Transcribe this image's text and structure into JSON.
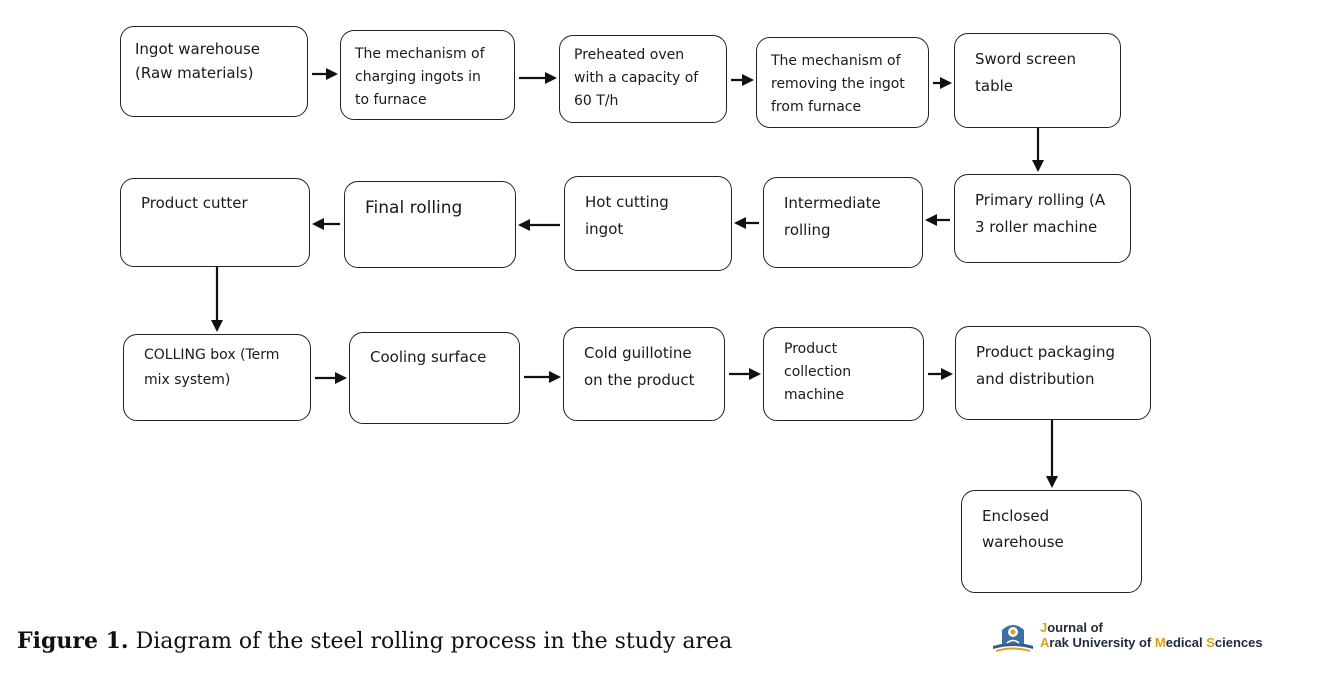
{
  "diagram": {
    "nodes": [
      {
        "id": "ingot-warehouse",
        "text": "Ingot warehouse\n(Raw materials)"
      },
      {
        "id": "charging-mechanism",
        "text": "The mechanism of\ncharging ingots in\nto furnace"
      },
      {
        "id": "preheated-oven",
        "text": "Preheated oven\nwith a capacity of\n60 T/h"
      },
      {
        "id": "removing-mechanism",
        "text": "The mechanism of\nremoving the ingot\nfrom furnace"
      },
      {
        "id": "sword-screen-table",
        "text": "Sword screen\ntable"
      },
      {
        "id": "primary-rolling",
        "text": "Primary rolling (A\n3 roller machine"
      },
      {
        "id": "intermediate-rolling",
        "text": "Intermediate\nrolling"
      },
      {
        "id": "hot-cutting-ingot",
        "text": "Hot cutting\ningot"
      },
      {
        "id": "final-rolling",
        "text": "Final rolling"
      },
      {
        "id": "product-cutter",
        "text": "Product cutter"
      },
      {
        "id": "colling-box",
        "text": "COLLING box (Term\nmix system)"
      },
      {
        "id": "cooling-surface",
        "text": "Cooling surface"
      },
      {
        "id": "cold-guillotine",
        "text": "Cold guillotine\non the product"
      },
      {
        "id": "product-collection",
        "text": "Product\ncollection\nmachine"
      },
      {
        "id": "product-packaging",
        "text": "Product packaging\nand distribution"
      },
      {
        "id": "enclosed-warehouse",
        "text": "Enclosed\nwarehouse"
      }
    ],
    "edges": [
      [
        "ingot-warehouse",
        "charging-mechanism"
      ],
      [
        "charging-mechanism",
        "preheated-oven"
      ],
      [
        "preheated-oven",
        "removing-mechanism"
      ],
      [
        "removing-mechanism",
        "sword-screen-table"
      ],
      [
        "sword-screen-table",
        "primary-rolling"
      ],
      [
        "primary-rolling",
        "intermediate-rolling"
      ],
      [
        "intermediate-rolling",
        "hot-cutting-ingot"
      ],
      [
        "hot-cutting-ingot",
        "final-rolling"
      ],
      [
        "final-rolling",
        "product-cutter"
      ],
      [
        "product-cutter",
        "colling-box"
      ],
      [
        "colling-box",
        "cooling-surface"
      ],
      [
        "cooling-surface",
        "cold-guillotine"
      ],
      [
        "cold-guillotine",
        "product-collection"
      ],
      [
        "product-collection",
        "product-packaging"
      ],
      [
        "product-packaging",
        "enclosed-warehouse"
      ]
    ]
  },
  "caption": {
    "label": "Figure 1.",
    "text": " Diagram of the steel rolling process in the study area"
  },
  "logo": {
    "line1_accent": "J",
    "line1_rest": "ournal of",
    "line2_accent1": "A",
    "line2_part1": "rak University of ",
    "line2_accent2": "M",
    "line2_part2": "edical ",
    "line2_accent3": "S",
    "line2_part3": "ciences",
    "accent_color": "#e0a019",
    "text_color": "#1f2a3a"
  }
}
